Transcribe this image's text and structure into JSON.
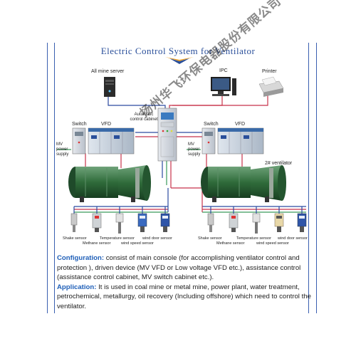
{
  "title": "Electric Control System for Ventilator",
  "labels": {
    "all_mine_server": "All mine server",
    "ipc": "IPC",
    "printer": "Printer",
    "automatic_cabinet": "Automatic control cabinet",
    "switch_left": "Switch",
    "vfd_left": "VFD",
    "switch_right": "Switch",
    "vfd_right": "VFD",
    "mv_power_left": "MV power supply",
    "mv_power_right": "MV power supply",
    "ventilator_2": "2# ventilator"
  },
  "sensors_left": {
    "shake": "Shake sensor",
    "temperature": "Temperature sensor",
    "wind_door": "wind door sensor",
    "methane": "Methane sensor",
    "wind_speed": "wind speed sensor"
  },
  "sensors_right": {
    "shake": "Shake sensor",
    "temperature": "Temperature sensor",
    "wind_door": "wind door sensor",
    "methane": "Methane sensor",
    "wind_speed": "wind speed sensor"
  },
  "watermark": "扬州华飞环保电器股份有限公司",
  "configuration": {
    "heading": "Configuration:",
    "text": " consist of main console (for accomplishing ventilator control and protection ), driven device (MV VFD or Low voltage VFD etc.), assistance control (assistance control cabinet, MV switch cabinet etc.)."
  },
  "application": {
    "heading": "Application:",
    "text": " It is used in coal mine or metal mine, power plant, water treatment, petrochemical, metallurgy, oil recovery (Including offshore) which need to control the ventilator."
  },
  "colors": {
    "title": "#2a4f9a",
    "accent": "#1f5fb8",
    "fan_body": "#2f6b3a",
    "line_red": "#c8324a",
    "line_blue": "#2c4aa0",
    "line_green": "#3a9a5a"
  }
}
